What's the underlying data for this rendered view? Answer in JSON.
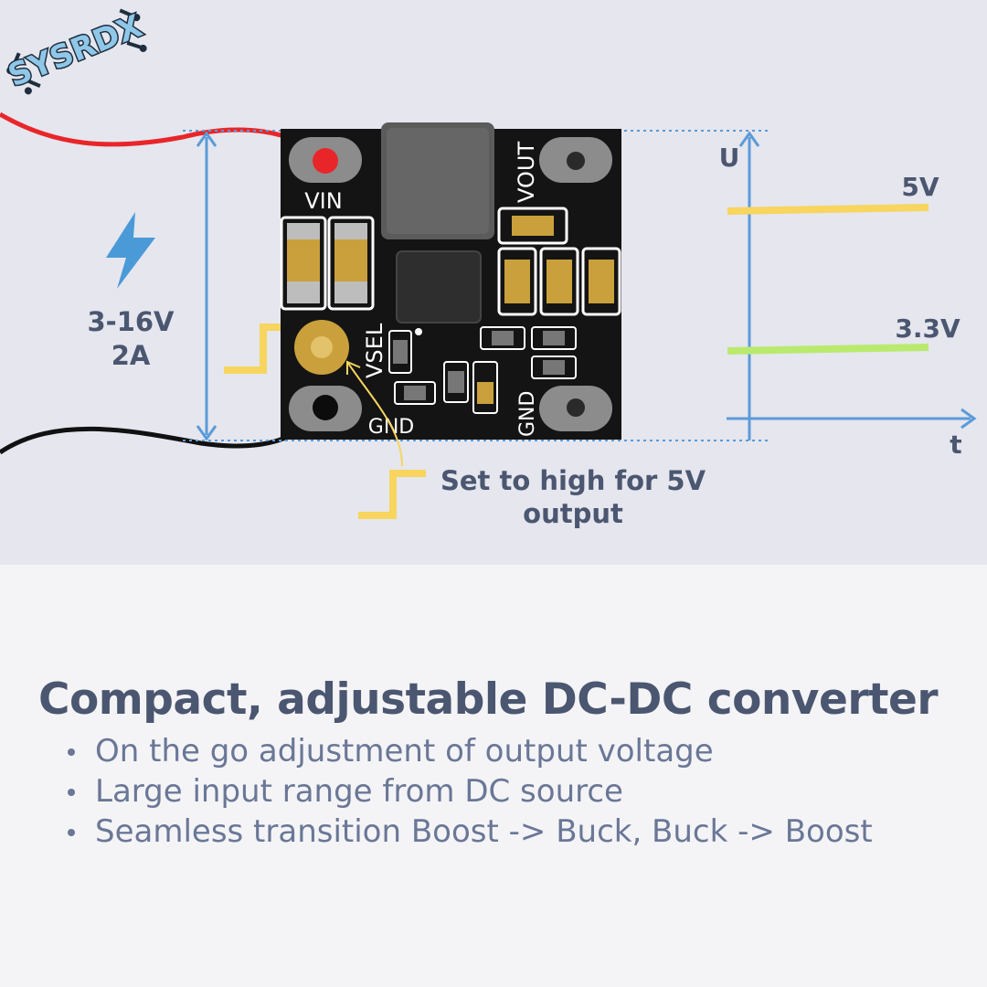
{
  "logo_text": "SYSRDX",
  "input": {
    "voltage": "3-16V",
    "current": "2A"
  },
  "board_labels": {
    "vin": "VIN",
    "vout": "VOUT",
    "vsel": "VSEL",
    "gnd_left": "GND",
    "gnd_right": "GND"
  },
  "callout": {
    "line1": "Set to high for 5V",
    "line2": "output"
  },
  "graph": {
    "y_axis": "U",
    "x_axis": "t",
    "level_high": "5V",
    "level_low": "3.3V"
  },
  "colors": {
    "accent_yellow": "#f7d55e",
    "accent_green": "#b9ea6e",
    "axis_blue": "#5b9bd8",
    "text_dark": "#4b5670"
  },
  "icons": [
    "lightning-bolt-icon",
    "logo-icon"
  ],
  "headline": "Compact, adjustable DC-DC converter",
  "features": [
    "On the go adjustment of output voltage",
    "Large input range from DC source",
    "Seamless transition Boost -> Buck, Buck -> Boost"
  ]
}
